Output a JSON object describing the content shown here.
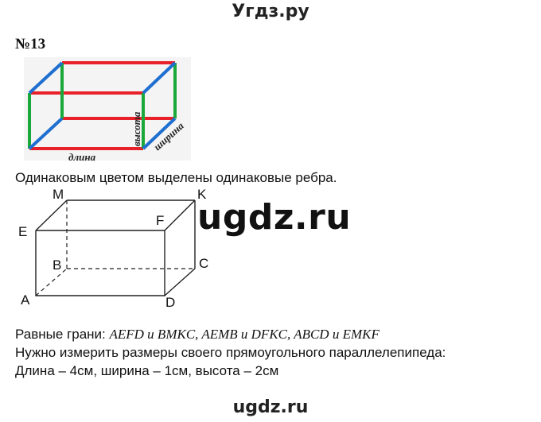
{
  "site": {
    "header": "Угдз.ру",
    "footer": "ugdz.ru",
    "watermark": "ugdz.ru"
  },
  "problem": {
    "number": "№13"
  },
  "figure1": {
    "edge_labels": {
      "length": "длина",
      "height": "высота",
      "width": "ширина"
    },
    "colors": {
      "red": "#e8202a",
      "green": "#1aa83a",
      "blue": "#1f6fd1"
    }
  },
  "caption": "Одинаковым цветом выделены одинаковые ребра.",
  "figure2": {
    "vertices": {
      "M": "M",
      "K": "K",
      "E": "E",
      "F": "F",
      "B": "B",
      "C": "C",
      "A": "A",
      "D": "D"
    }
  },
  "answer": {
    "faces_label": "Равные грани: ",
    "faces_value": "AEFD и BMKC, AEMB и DFKC, ABCD и EMKF",
    "measure_text": "Нужно измерить размеры своего прямоугольного параллелепипеда:",
    "dims_text": "Длина – 4см, ширина – 1см, высота – 2см"
  }
}
